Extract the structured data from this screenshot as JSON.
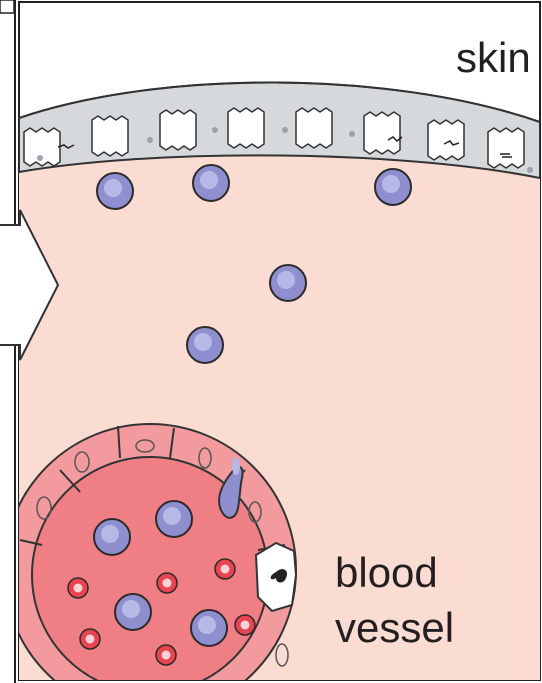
{
  "labels": {
    "skin": "skin",
    "blood_line1": "blood",
    "blood_line2": "vessel"
  },
  "colors": {
    "tissue": "#fbdcd3",
    "skin_layer": "#d6d9dc",
    "vessel_wall": "#f29a9e",
    "vessel_lumen": "#ef7f84",
    "blue_cell": "#8f8fd0",
    "blue_cell_nucleus": "#b6b8e6",
    "red_cell": "#e8444f",
    "outline": "#2b2b2b"
  }
}
